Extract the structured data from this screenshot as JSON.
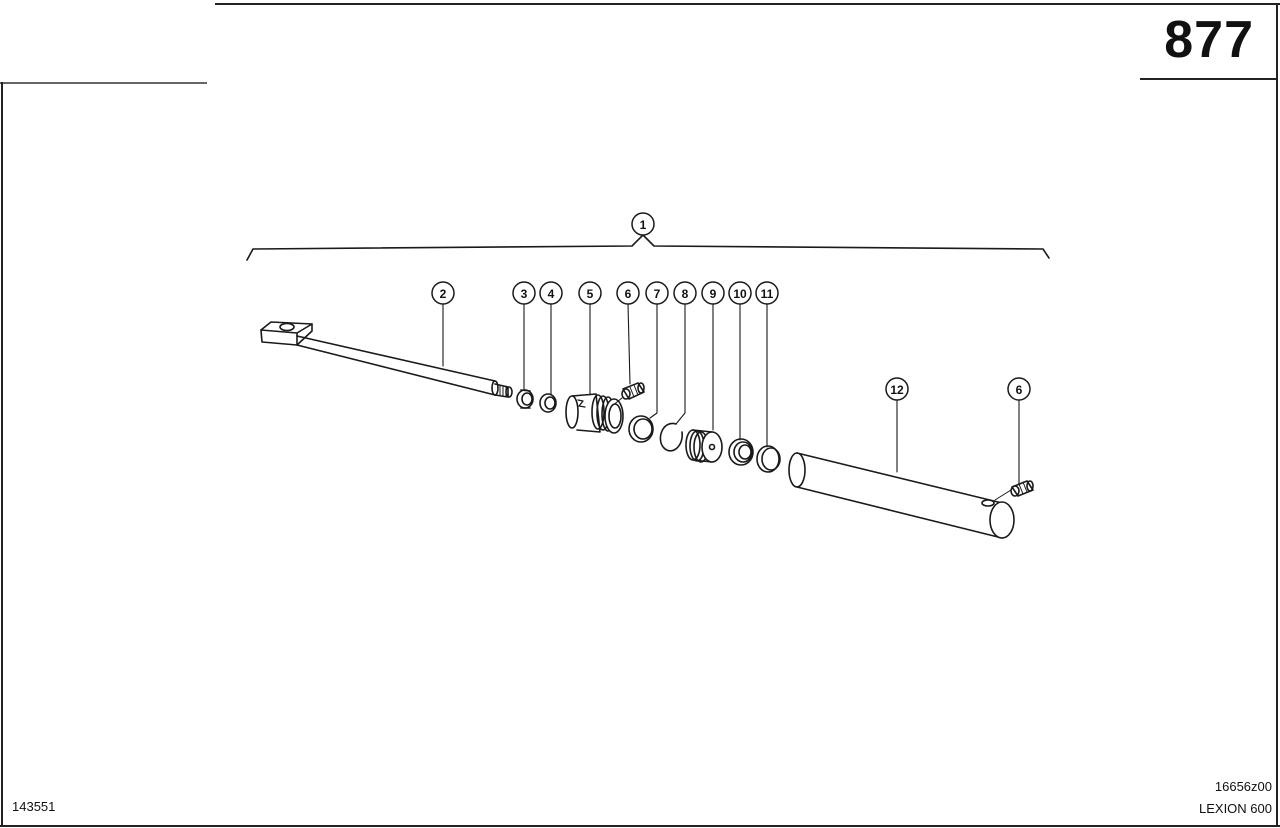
{
  "header": {
    "page_number": "877"
  },
  "footer": {
    "left_code": "143551",
    "drawing_code": "16656z00",
    "model": "LEXION 600"
  },
  "diagram": {
    "type": "exploded-parts-view",
    "assembly_callout": "1",
    "callouts": [
      {
        "id": "2",
        "label": "2",
        "part": "piston-rod"
      },
      {
        "id": "3",
        "label": "3",
        "part": "seal-ring"
      },
      {
        "id": "4",
        "label": "4",
        "part": "wiper-ring"
      },
      {
        "id": "5",
        "label": "5",
        "part": "cylinder-head"
      },
      {
        "id": "6a",
        "label": "6",
        "part": "fitting"
      },
      {
        "id": "7",
        "label": "7",
        "part": "o-ring"
      },
      {
        "id": "8",
        "label": "8",
        "part": "snap-ring"
      },
      {
        "id": "9",
        "label": "9",
        "part": "piston"
      },
      {
        "id": "10",
        "label": "10",
        "part": "seal"
      },
      {
        "id": "11",
        "label": "11",
        "part": "guide-ring"
      },
      {
        "id": "12",
        "label": "12",
        "part": "cylinder-tube"
      },
      {
        "id": "6b",
        "label": "6",
        "part": "fitting"
      }
    ]
  }
}
